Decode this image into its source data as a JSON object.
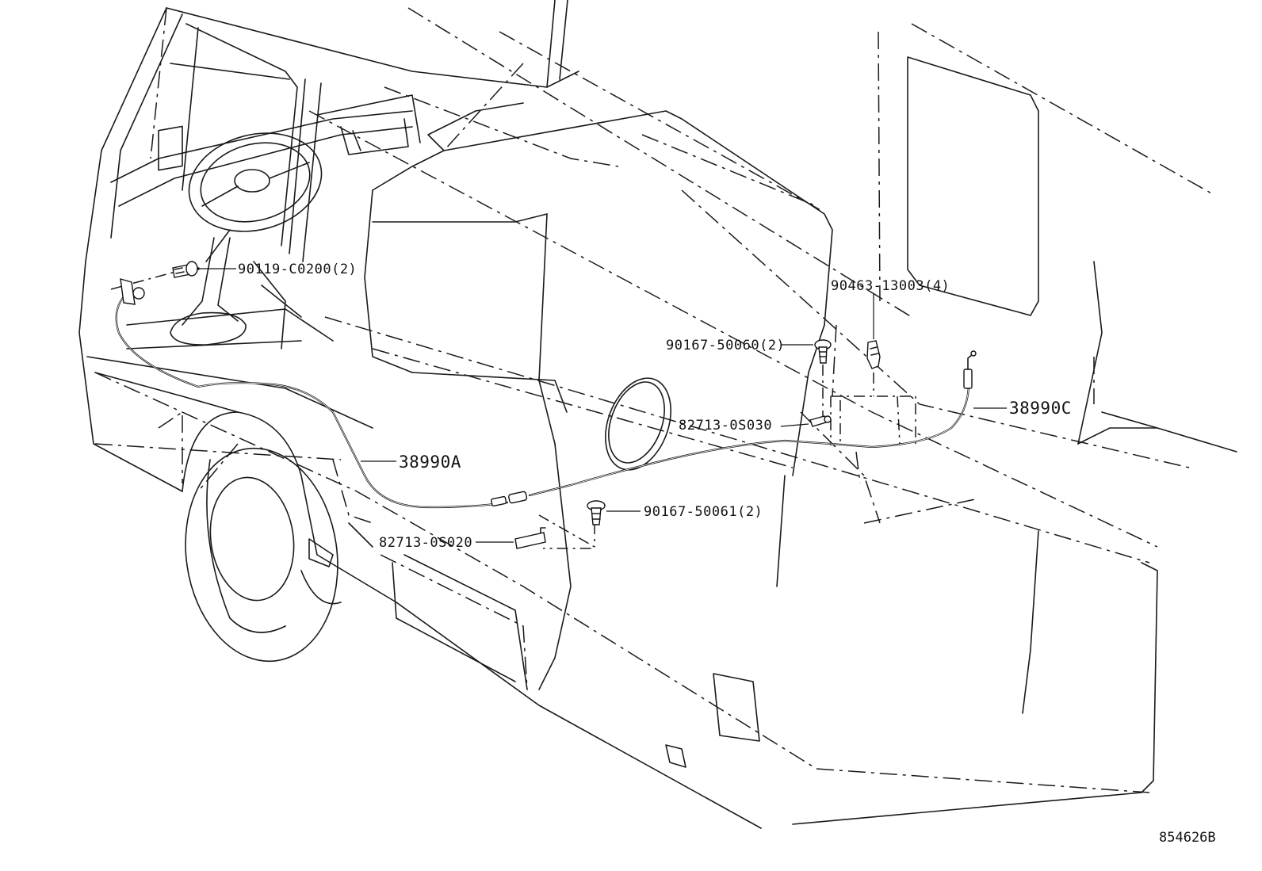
{
  "labels": {
    "bolt_90119": "90119-C0200(2)",
    "screw_90463": "90463-13003(4)",
    "bolt_90167_50060": "90167-50060(2)",
    "clamp_82713_0S030": "82713-0S030",
    "cable_38990C": "38990C",
    "cable_38990A": "38990A",
    "bolt_90167_50061": "90167-50061(2)",
    "clamp_82713_0S020": "82713-0S020"
  },
  "figure_ref": "854626B"
}
